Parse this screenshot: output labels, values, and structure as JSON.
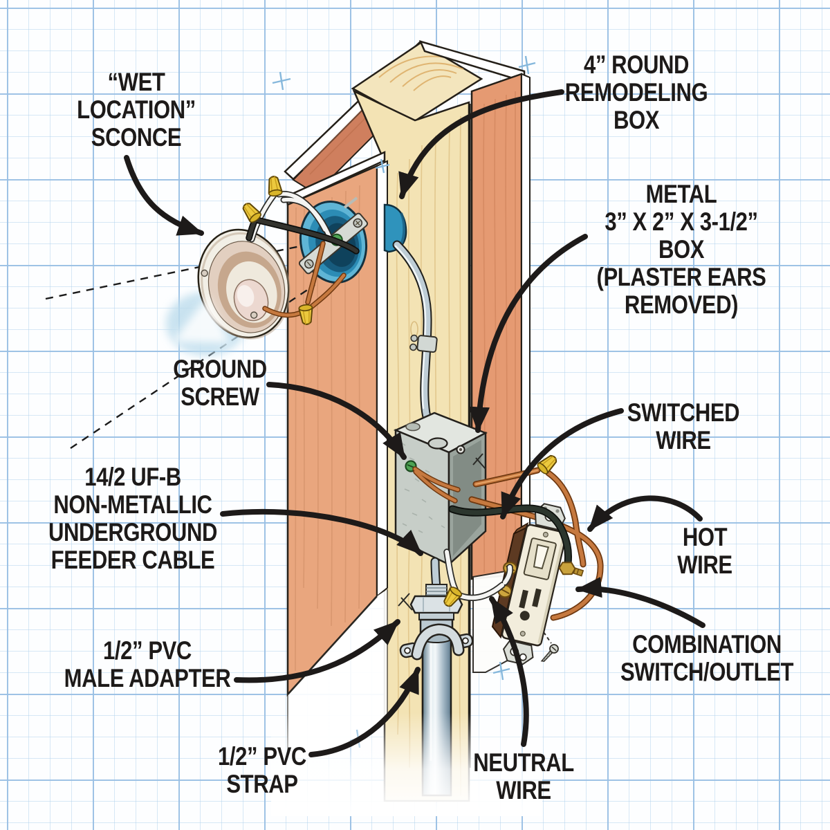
{
  "title": "Lamppost sconce wiring diagram",
  "colors": {
    "label_text": "#1d1a19",
    "arrow": "#1d1a19",
    "grid_minor": "#b0d0ec",
    "grid_major": "#9ac0e4",
    "paper": "#fdfeff",
    "cedar_board": "#e8a47c",
    "post_wood": "#f3e3b4",
    "remodel_box_blue": "#2f93bc",
    "metal_box_gray": "#c7cec8",
    "ground_screw_green": "#4ea353",
    "copper_wire": "#c6793f",
    "wire_nut_yellow": "#ecc93e"
  },
  "labels": {
    "sconce": {
      "lines": [
        "“WET",
        "LOCATION”",
        "SCONCE"
      ]
    },
    "remodeling_box": {
      "lines": [
        "4” ROUND",
        "REMODELING",
        "BOX"
      ]
    },
    "metal_box": {
      "lines": [
        "METAL",
        "3” X 2” X 3-1/2”",
        "BOX",
        "(PLASTER EARS",
        "REMOVED)"
      ]
    },
    "ground_screw": {
      "lines": [
        "GROUND",
        "SCREW"
      ]
    },
    "switched_wire": {
      "lines": [
        "SWITCHED",
        "WIRE"
      ]
    },
    "feeder_cable": {
      "lines": [
        "14/2 UF-B",
        "NON-METALLIC",
        "UNDERGROUND",
        "FEEDER CABLE"
      ]
    },
    "hot_wire": {
      "lines": [
        "HOT",
        "WIRE"
      ]
    },
    "male_adapter": {
      "lines": [
        "1/2” PVC",
        "MALE ADAPTER"
      ]
    },
    "combo_switch": {
      "lines": [
        "COMBINATION",
        "SWITCH/OUTLET"
      ]
    },
    "pvc_strap": {
      "lines": [
        "1/2” PVC",
        "STRAP"
      ]
    },
    "neutral_wire": {
      "lines": [
        "NEUTRAL",
        "WIRE"
      ]
    }
  }
}
